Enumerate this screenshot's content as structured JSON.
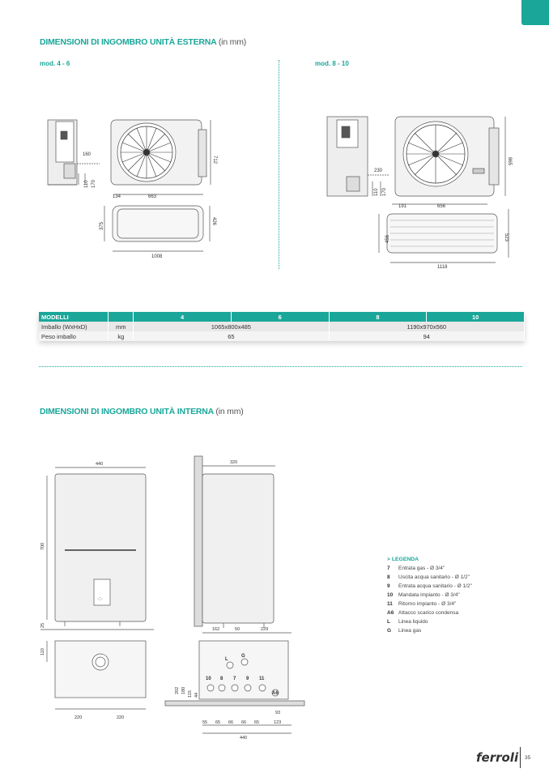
{
  "header": {
    "external_title": "DIMENSIONI DI INGOMBRO UNITÀ ESTERNA",
    "external_unit": "(in mm)",
    "internal_title": "DIMENSIONI DI INGOMBRO UNITÀ INTERNA",
    "internal_unit": "(in mm)"
  },
  "external": {
    "model_a": "mod. 4 - 6",
    "model_b": "mod. 8 - 10",
    "dims_a": {
      "d160": "160",
      "d110": "110",
      "d170": "170",
      "d712": "712",
      "d134": "134",
      "d663": "663",
      "d375": "375",
      "d426": "426",
      "d1008": "1008"
    },
    "dims_b": {
      "d230": "230",
      "d110": "110",
      "d170": "170",
      "d865": "865",
      "d191": "191",
      "d656": "656",
      "d456": "456",
      "d523": "523",
      "d1118": "1118"
    }
  },
  "table": {
    "headers": [
      "MODELLI",
      "",
      "4",
      "6",
      "8",
      "10"
    ],
    "rows": [
      {
        "label": "Imballo (WxHxD)",
        "unit": "mm",
        "v46": "1065x800x485",
        "v810": "1190x970x560"
      },
      {
        "label": "Peso imballo",
        "unit": "kg",
        "v46": "65",
        "v810": "94"
      }
    ]
  },
  "internal": {
    "dims_front": {
      "d440": "440",
      "d700": "700",
      "d25": "25",
      "d110": "110",
      "d220a": "220",
      "d220b": "220"
    },
    "dims_side": {
      "d320": "320"
    },
    "dims_bottom": {
      "d162": "162",
      "d50": "50",
      "d229": "229",
      "d202": "202",
      "d180": "180",
      "d115": "115",
      "d44": "44",
      "d93": "93",
      "d55": "55",
      "d65a": "65",
      "d66a": "66",
      "d66b": "66",
      "d65b": "65",
      "d123": "123",
      "d440": "440"
    },
    "connections": {
      "L": "L",
      "G": "G",
      "c10": "10",
      "c8": "8",
      "c7": "7",
      "c9": "9",
      "c11": "11",
      "cA6": "A6"
    }
  },
  "legend": {
    "title": "> LEGENDA",
    "items": [
      {
        "key": "7",
        "text": "Entrata gas - Ø 3/4\""
      },
      {
        "key": "8",
        "text": "Uscita acqua sanitario - Ø 1/2\""
      },
      {
        "key": "9",
        "text": "Entrata acqua sanitario - Ø 1/2\""
      },
      {
        "key": "10",
        "text": "Mandata impianto - Ø 3/4\""
      },
      {
        "key": "11",
        "text": "Ritorno impianto - Ø 3/4\""
      },
      {
        "key": "A6",
        "text": "Attacco scarico condensa"
      },
      {
        "key": "L",
        "text": "Linea liquido"
      },
      {
        "key": "G",
        "text": "Linea gas"
      }
    ]
  },
  "footer": {
    "logo": "ferroli",
    "page_number": "35"
  },
  "colors": {
    "accent": "#1aa79a"
  }
}
